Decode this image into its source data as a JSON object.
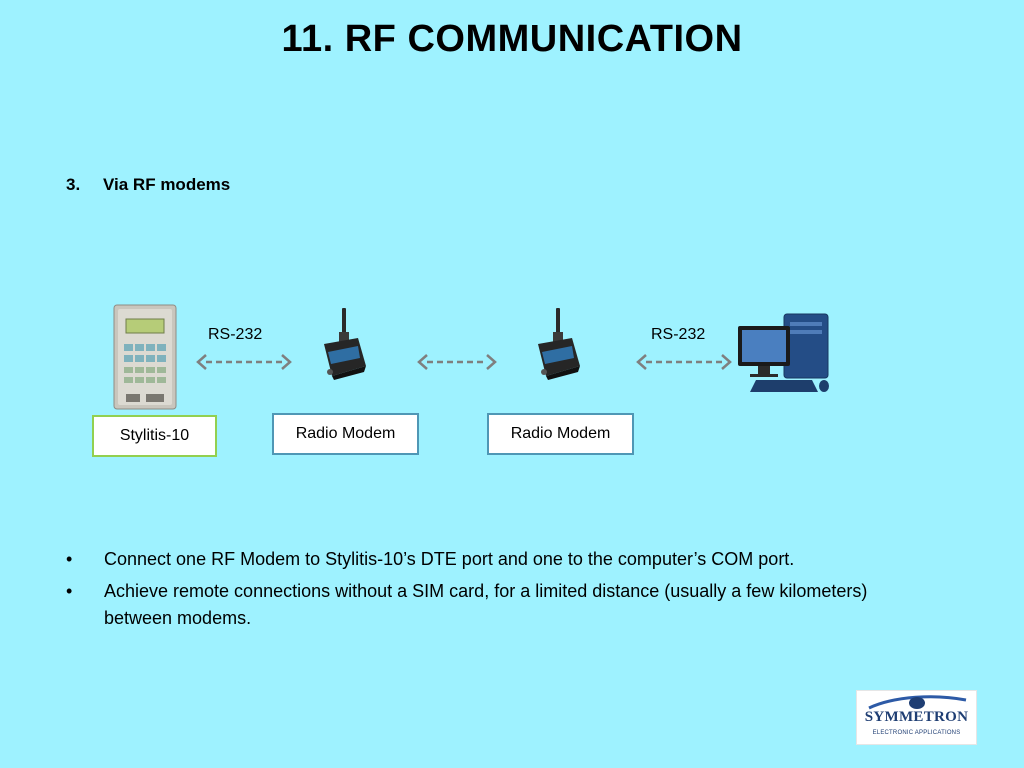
{
  "title": "11. RF COMMUNICATION",
  "section": {
    "number": "3.",
    "label": "Via RF modems"
  },
  "diagram": {
    "links": [
      {
        "label": "RS-232"
      },
      {
        "label": ""
      },
      {
        "label": "RS-232"
      }
    ],
    "devices": [
      {
        "icon": "stylitis-device-icon",
        "label": "Stylitis-10",
        "border_color": "#92d050"
      },
      {
        "icon": "radio-modem-icon",
        "label": "Radio Modem",
        "border_color": "#4f97b5"
      },
      {
        "icon": "radio-modem-icon",
        "label": "Radio Modem",
        "border_color": "#4f97b5"
      },
      {
        "icon": "computer-icon",
        "label": ""
      }
    ],
    "arrow_color": "#7f7f7f"
  },
  "bullets": [
    "Connect one RF Modem to Stylitis-10’s DTE port and one to the computer’s COM port.",
    "Achieve remote connections without a SIM card, for a limited distance (usually a few kilometers) between modems."
  ],
  "bullet_marker": "•",
  "logo": {
    "brand": "SYMMETRON",
    "tagline": "ELECTRONIC APPLICATIONS"
  },
  "colors": {
    "background": "#9ef2ff"
  }
}
